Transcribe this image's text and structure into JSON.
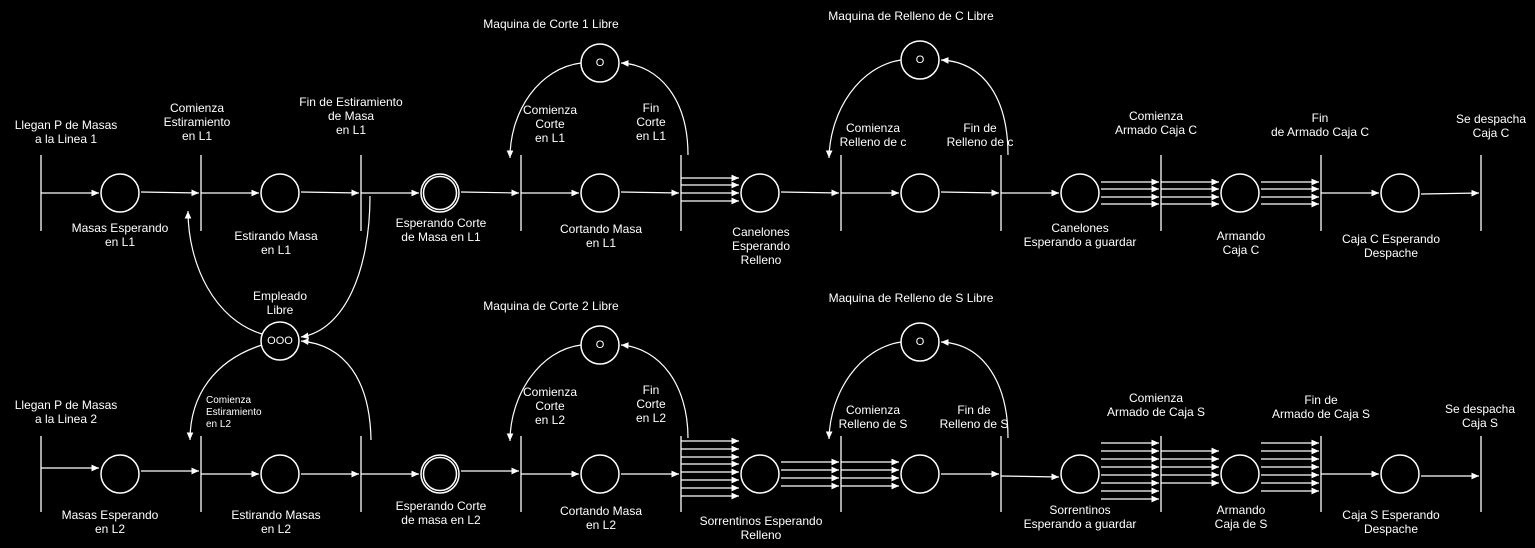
{
  "colors": {
    "background": "#000000",
    "stroke": "#ffffff",
    "text": "#ffffff"
  },
  "labels": {
    "l1_arrive": "Llegan P de Masas\na la Linea 1",
    "l1_begin_stretch": "Comienza\nEstiramiento\nen L1",
    "l1_end_stretch": "Fin de Estiramiento\nde Masa\nen L1",
    "cut1_free": "Maquina de Corte 1 Libre",
    "l1_begin_cut": "Comienza\nCorte\nen L1",
    "l1_end_cut": "Fin\nCorte\nen L1",
    "fillc_free": "Maquina de Relleno de C Libre",
    "c_begin_fill": "Comienza\nRelleno de c",
    "c_end_fill": "Fin de\nRelleno de c",
    "c_begin_box": "Comienza\nArmado Caja C",
    "c_end_box": "Fin\nde Armado Caja C",
    "c_dispatch": "Se despacha\nCaja C",
    "p_masas_l1": "Masas Esperando\nen L1",
    "p_stretch_l1": "Estirando Masa\nen L1",
    "p_wait_cut_l1": "Esperando Corte\nde Masa en L1",
    "p_cutting_l1": "Cortando Masa\nen L1",
    "p_canelones_fill": "Canelones\nEsperando\nRelleno",
    "p_canelones_store": "Canelones\nEsperando a guardar",
    "p_box_c": "Armando\nCaja C",
    "p_box_c_wait": "Caja C Esperando\nDespache",
    "employee_free": "Empleado\nLibre",
    "cut2_free": "Maquina de Corte 2 Libre",
    "fills_free": "Maquina de Relleno de S Libre",
    "l2_arrive": "Llegan P de Masas\na la Linea 2",
    "l2_begin_stretch": "Comienza\nEstiramiento\nen L2",
    "l2_begin_cut": "Comienza\nCorte\nen L2",
    "l2_end_cut": "Fin\nCorte\nen L2",
    "s_begin_fill": "Comienza\nRelleno de S",
    "s_end_fill": "Fin de\nRelleno de S",
    "s_begin_box": "Comienza\nArmado de Caja S",
    "s_end_box": "Fin de\nArmado de Caja S",
    "s_dispatch": "Se despacha\nCaja S",
    "p_masas_l2": "Masas Esperando\nen L2",
    "p_stretch_l2": "Estirando Masas\nen L2",
    "p_wait_cut_l2": "Esperando Corte\nde masa en L2",
    "p_cutting_l2": "Cortando Masa\nen L2",
    "p_sorrentinos_fill": "Sorrentinos Esperando\nRelleno",
    "p_sorrentinos_store": "Sorrentinos\nEsperando a guardar",
    "p_box_s": "Armando\nCaja de S",
    "p_box_s_wait": "Caja S Esperando\nDespache"
  },
  "tokens": {
    "cut1": "O",
    "fillc": "O",
    "employee": "OOO",
    "cut2": "O",
    "fills": "O"
  }
}
